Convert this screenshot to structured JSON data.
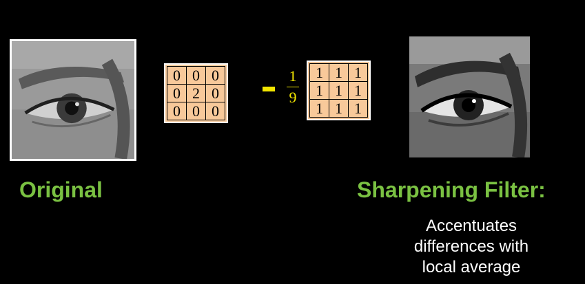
{
  "labels": {
    "original": "Original",
    "sharpening_title": "Sharpening Filter:",
    "description_lines": [
      "Accentuates",
      "differences with",
      "local average"
    ]
  },
  "kernel_left": [
    [
      "0",
      "0",
      "0"
    ],
    [
      "0",
      "2",
      "0"
    ],
    [
      "0",
      "0",
      "0"
    ]
  ],
  "operator": "-",
  "fraction": {
    "numerator": "1",
    "denominator": "9"
  },
  "kernel_right": [
    [
      "1",
      "1",
      "1"
    ],
    [
      "1",
      "1",
      "1"
    ],
    [
      "1",
      "1",
      "1"
    ]
  ],
  "colors": {
    "background": "#000000",
    "label_green": "#7ac142",
    "fraction_yellow": "#f2e600",
    "kernel_fill": "#f8c99a"
  }
}
